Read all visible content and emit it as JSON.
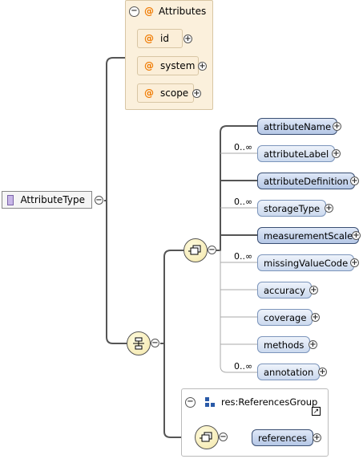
{
  "root": {
    "label": "AttributeType"
  },
  "attributes": {
    "header": "Attributes",
    "at_symbol": "@",
    "items": [
      {
        "label": "id"
      },
      {
        "label": "system"
      },
      {
        "label": "scope"
      }
    ]
  },
  "sequence_elements": [
    {
      "label": "attributeName",
      "occurrence": "",
      "required": true
    },
    {
      "label": "attributeLabel",
      "occurrence": "0..∞",
      "required": false
    },
    {
      "label": "attributeDefinition",
      "occurrence": "",
      "required": true
    },
    {
      "label": "storageType",
      "occurrence": "0..∞",
      "required": false
    },
    {
      "label": "measurementScale",
      "occurrence": "",
      "required": true
    },
    {
      "label": "missingValueCode",
      "occurrence": "0..∞",
      "required": false
    },
    {
      "label": "accuracy",
      "occurrence": "",
      "required": false
    },
    {
      "label": "coverage",
      "occurrence": "",
      "required": false
    },
    {
      "label": "methods",
      "occurrence": "",
      "required": false
    },
    {
      "label": "annotation",
      "occurrence": "0..∞",
      "required": false
    }
  ],
  "group": {
    "label": "res:ReferencesGroup",
    "element": {
      "label": "references"
    }
  },
  "symbols": {
    "expand": "+",
    "collapse": "−"
  },
  "colors": {
    "attr_panel": "#fbf0dc",
    "element_fill": "#c9d7ef",
    "compositor_fill": "#f7ecb5",
    "root_icon": "#c8b7e8"
  }
}
